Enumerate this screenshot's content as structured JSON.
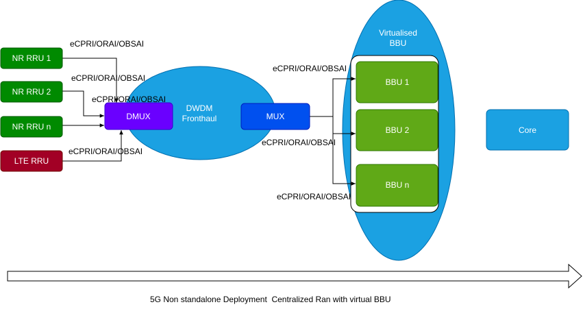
{
  "colors": {
    "rru_fill": "#008a00",
    "rru_stroke": "#005700",
    "lte_fill": "#a20025",
    "lte_stroke": "#6f0000",
    "dmux_fill": "#6a00ff",
    "dmux_stroke": "#3700cc",
    "mux_fill": "#0050ef",
    "mux_stroke": "#001dbc",
    "cloud_fill": "#1ba1e2",
    "cloud_stroke": "#006eaf",
    "bbu_fill": "#60a917",
    "bbu_stroke": "#2d7600",
    "connector": "#000000"
  },
  "nodes": {
    "nr_rru_1": "NR RRU 1",
    "nr_rru_2": "NR RRU 2",
    "nr_rru_n": "NR RRU n",
    "lte_rru": "LTE RRU",
    "dmux": "DMUX",
    "dwdm_line1": "DWDM",
    "dwdm_line2": "Fronthaul",
    "mux": "MUX",
    "virtualised_line1": "Virtualised",
    "virtualised_line2": "BBU",
    "bbu_1": "BBU 1",
    "bbu_2": "BBU 2",
    "bbu_n": "BBU n",
    "core": "Core"
  },
  "link_labels": {
    "rru1": "eCPRI/ORAI/OBSAI",
    "rru2": "eCPRI/ORAI/OBSAI",
    "rrun": "eCPRI/ORAI/OBSAI",
    "lte": "eCPRI/ORAI/OBSAI",
    "mux_bbu1": "eCPRI/ORAI/OBSAI",
    "mux_bbu2": "eCPRI/ORAI/OBSAI",
    "mux_bbun": "eCPRI/ORAI/OBSAI"
  },
  "caption": "5G Non standalone Deployment  Centralized Ran with virtual BBU"
}
